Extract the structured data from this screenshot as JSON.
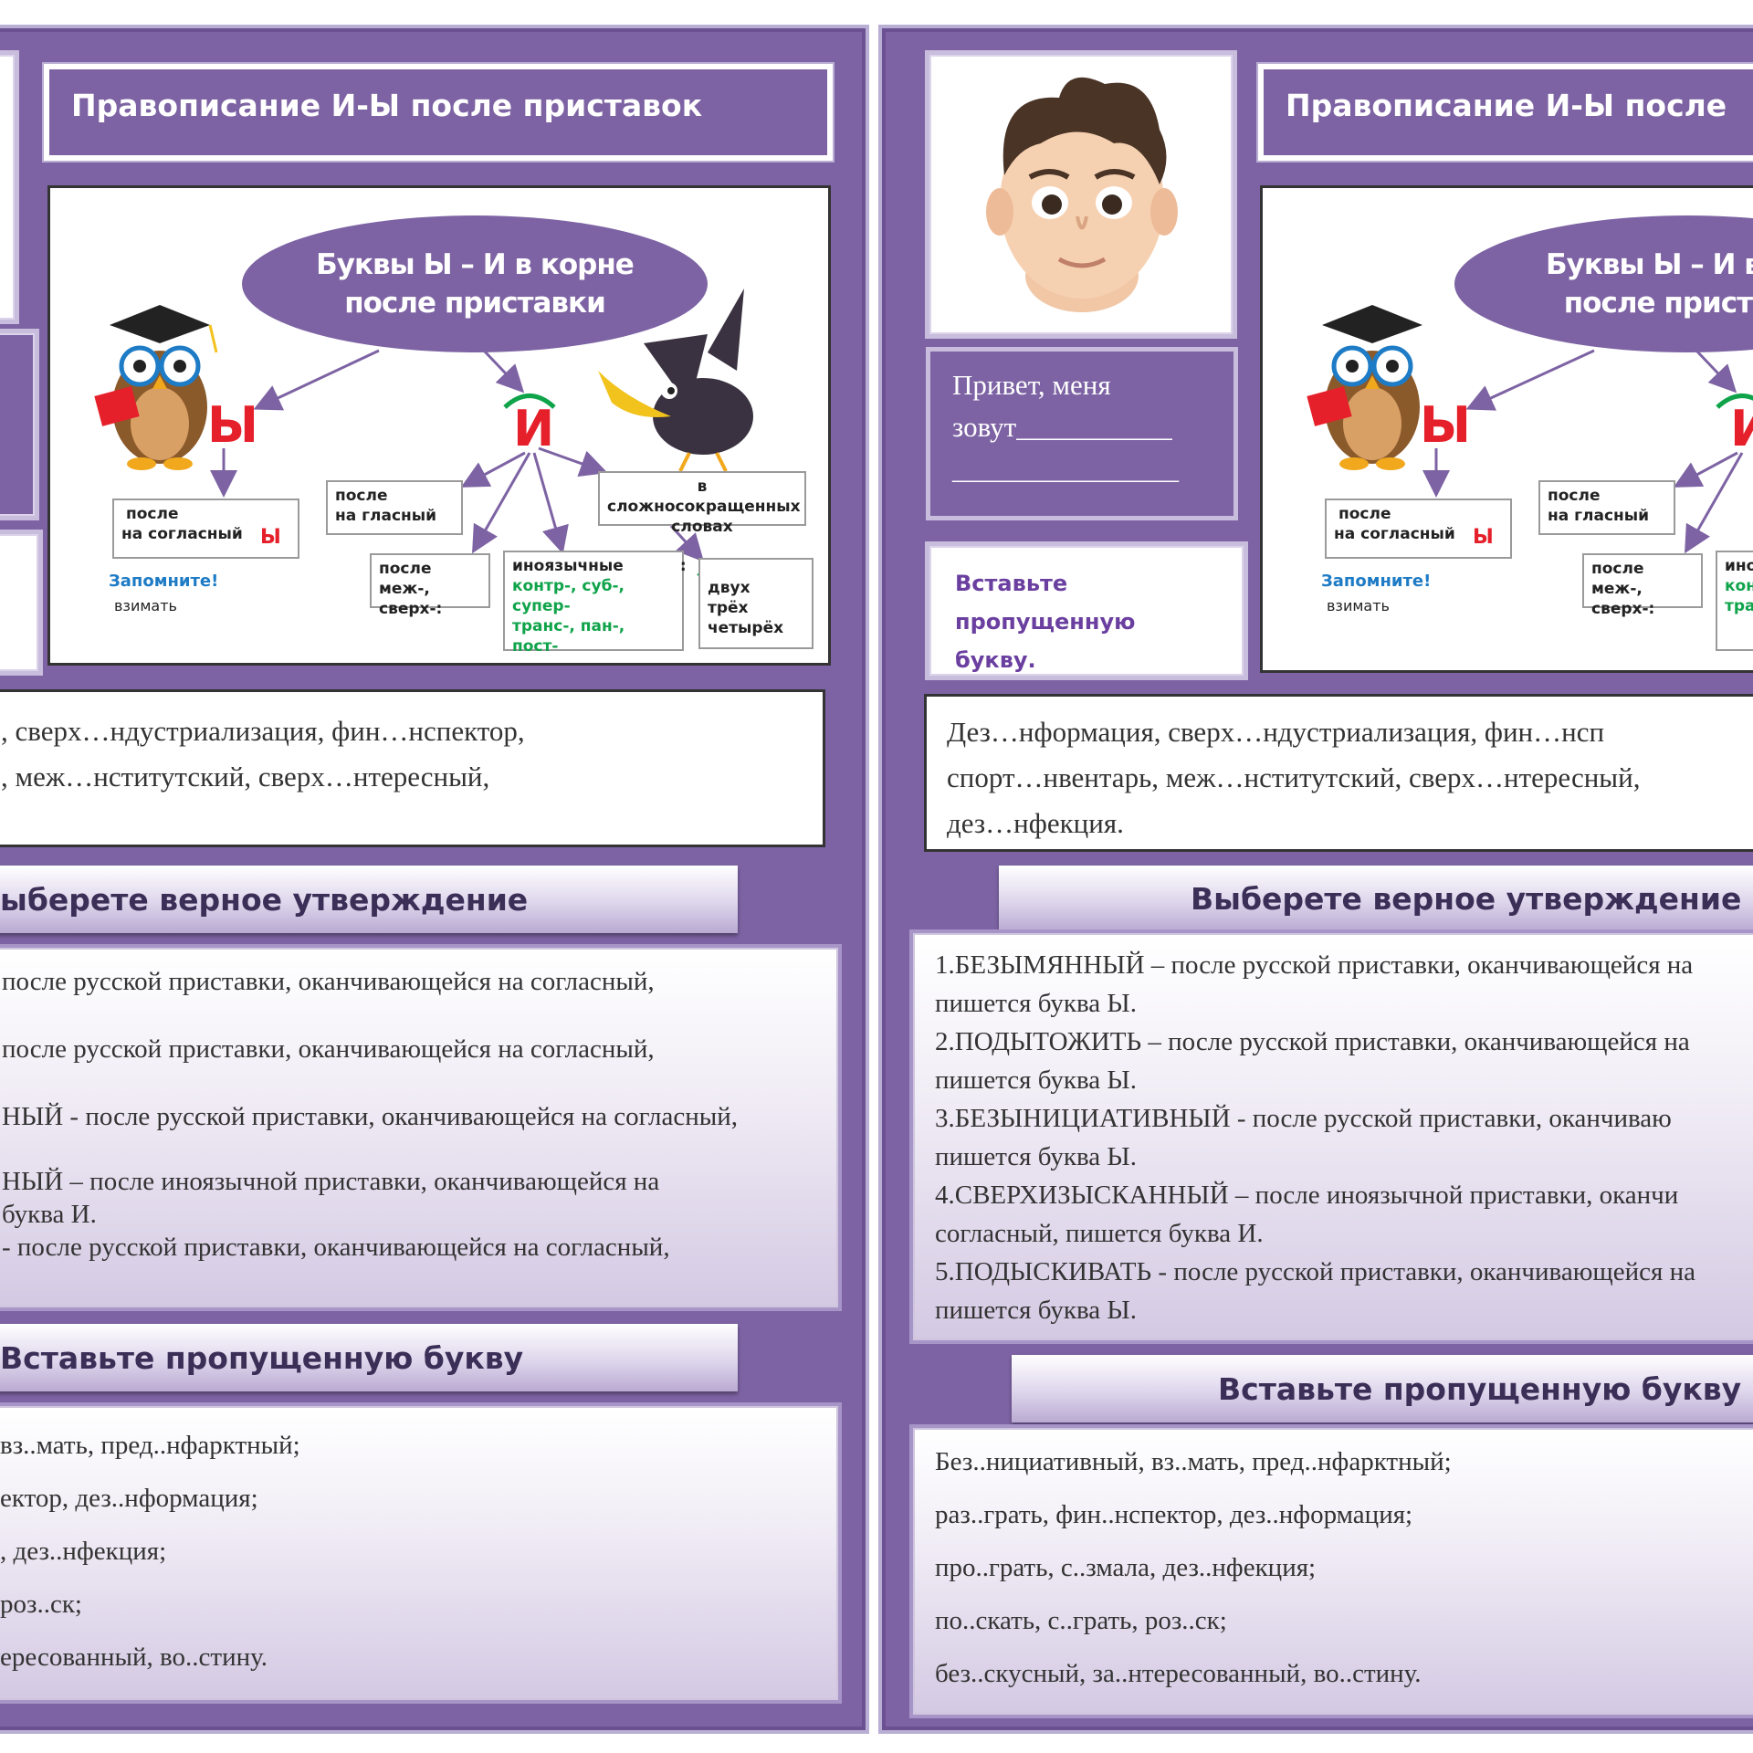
{
  "title": "Правописание И-Ы после приставок",
  "title_right": "Правописание И-Ы после",
  "greeting_line1": "Привет, меня",
  "greeting_line2": "зовут___________",
  "greeting_line3": "________________",
  "side_task": [
    "Вставьте",
    "пропущенную",
    "букву."
  ],
  "diagram": {
    "oval_line1": "Буквы Ы – И в корне",
    "oval_line2": "после приставки",
    "oval_right_line1": "Буквы Ы – И в к",
    "oval_right_line2": "после приста",
    "letter_y": "Ы",
    "letter_i": "И",
    "box_consonant_1": "после",
    "box_consonant_2": "на согласный",
    "box_consonant_y": "Ы",
    "box_vowel_1": "после",
    "box_vowel_2": "на гласный",
    "box_compound_1": "в сложносокращенных",
    "box_compound_2": "словах",
    "box_mezh_1": "после",
    "box_mezh_2": "меж-, сверх-:",
    "box_foreign_1": "иноязычные",
    "box_foreign_colon": ":",
    "box_foreign_2": "контр-, суб-, супер-",
    "box_foreign_3": "транс-, пан-, пост-",
    "box_numbers_1": "двух",
    "box_numbers_2": "трёх",
    "box_numbers_3": "четырёх",
    "remember": "Запомните!",
    "remember_word": "взимать",
    "right_mezh_2": "меж-, сверх-:",
    "right_foreign_1": "ино",
    "right_foreign_2": "конт",
    "right_foreign_3": "тран"
  },
  "exercise_left": {
    "line1": ", сверх…ндустриализация, фин…нспектор,",
    "line2": ", меж…нститутский, сверх…нтересный,"
  },
  "exercise_right": {
    "line1": "Дез…нформация, сверх…ндустриализация, фин…нсп",
    "line2": "спорт…нвентарь, меж…нститутский, сверх…нтересный,",
    "line3": "дез…нфекция."
  },
  "choose_title_left": "ыберете верное утверждение",
  "choose_title_right": "Выберете верное утверждение",
  "statements_left": [
    "после русской приставки, оканчивающейся на согласный,",
    "после русской приставки, оканчивающейся на согласный,",
    "НЫЙ - после русской приставки, оканчивающейся на согласный,",
    "НЫЙ – после иноязычной приставки, оканчивающейся на",
    "буква И.",
    "- после русской приставки, оканчивающейся на согласный,"
  ],
  "statements_right": [
    "1.БЕЗЫМЯННЫЙ – после русской приставки, оканчивающейся на",
    "пишется буква Ы.",
    "2.ПОДЫТОЖИТЬ – после русской приставки, оканчивающейся на",
    "пишется буква Ы.",
    "3.БЕЗЫНИЦИАТИВНЫЙ - после русской приставки, оканчиваю",
    "пишется буква Ы.",
    "4.СВЕРХИЗЫСКАННЫЙ – после иноязычной приставки, оканчи",
    "согласный, пишется буква И.",
    "5.ПОДЫСКИВАТЬ - после русской приставки, оканчивающейся на",
    "пишется буква Ы."
  ],
  "insert_title_left": "Вставьте пропущенную букву",
  "insert_title_right": "Вставьте пропущенную букву",
  "insert_left": [
    "вз..мать, пред..нфарктный;",
    "ектор, дез..нформация;",
    ", дез..нфекция;",
    "роз..ск;",
    "ересованный, во..стину."
  ],
  "insert_right": [
    "Без..нициативный, вз..мать, пред..нфарктный;",
    "раз..грать, фин..нспектор, дез..нформация;",
    "про..грать, с..змала, дез..нфекция;",
    "по..скать, с..грать, роз..ск;",
    "без..скусный, за..нтересованный, во..стину."
  ],
  "colors": {
    "panel": "#7d63a3",
    "accent_red": "#e5202a",
    "accent_blue": "#1e7bc5",
    "accent_green": "#0fa34a",
    "task_text": "#6a3fa0"
  }
}
